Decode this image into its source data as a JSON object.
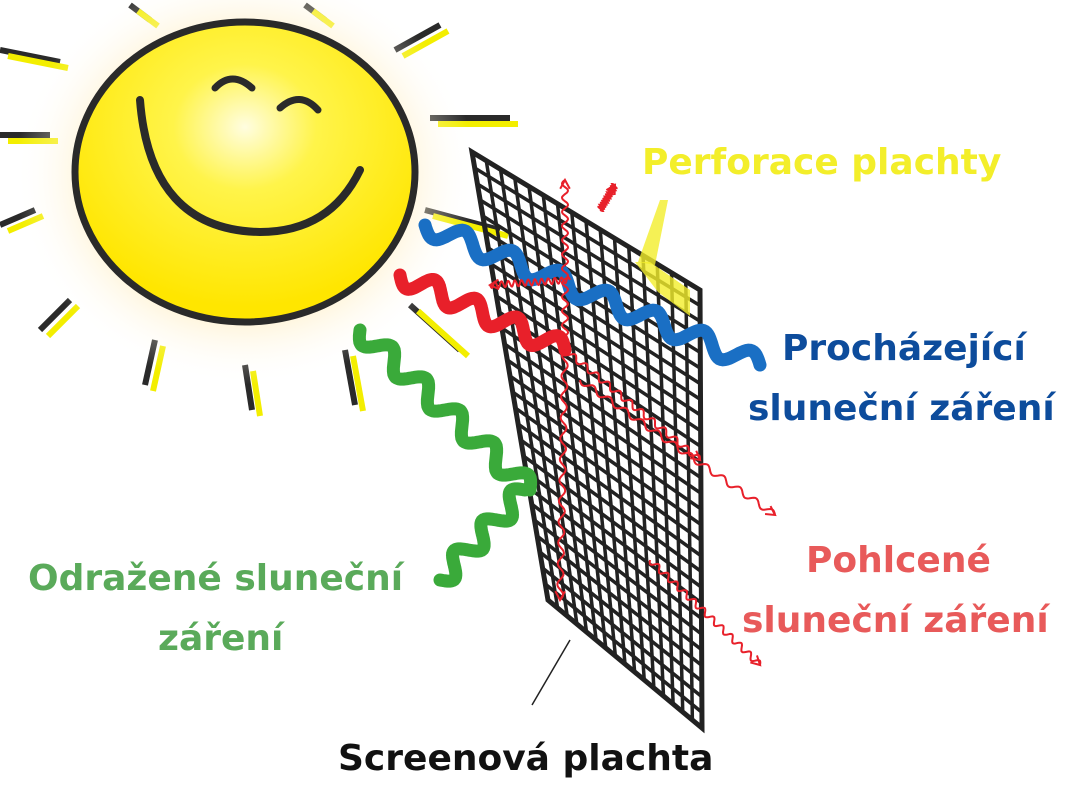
{
  "labels": {
    "perforation": "Perforace plachty",
    "transmitted_line1": "Procházející",
    "transmitted_line2": "sluneční záření",
    "absorbed_line1": "Pohlcené",
    "absorbed_line2": "sluneční záření",
    "reflected_line1": "Odražené sluneční",
    "reflected_line2": "záření",
    "screen": "Screenová plachta"
  },
  "colors": {
    "perforation": "#f3ee2a",
    "transmitted": "#0d4c9c",
    "absorbed": "#e85a5a",
    "reflected": "#5aaa5a",
    "screen": "#111111",
    "sun": "#fff200",
    "blue_wave": "#1a6fc4",
    "red_wave": "#e8202a",
    "green_wave": "#3aaa3a"
  }
}
